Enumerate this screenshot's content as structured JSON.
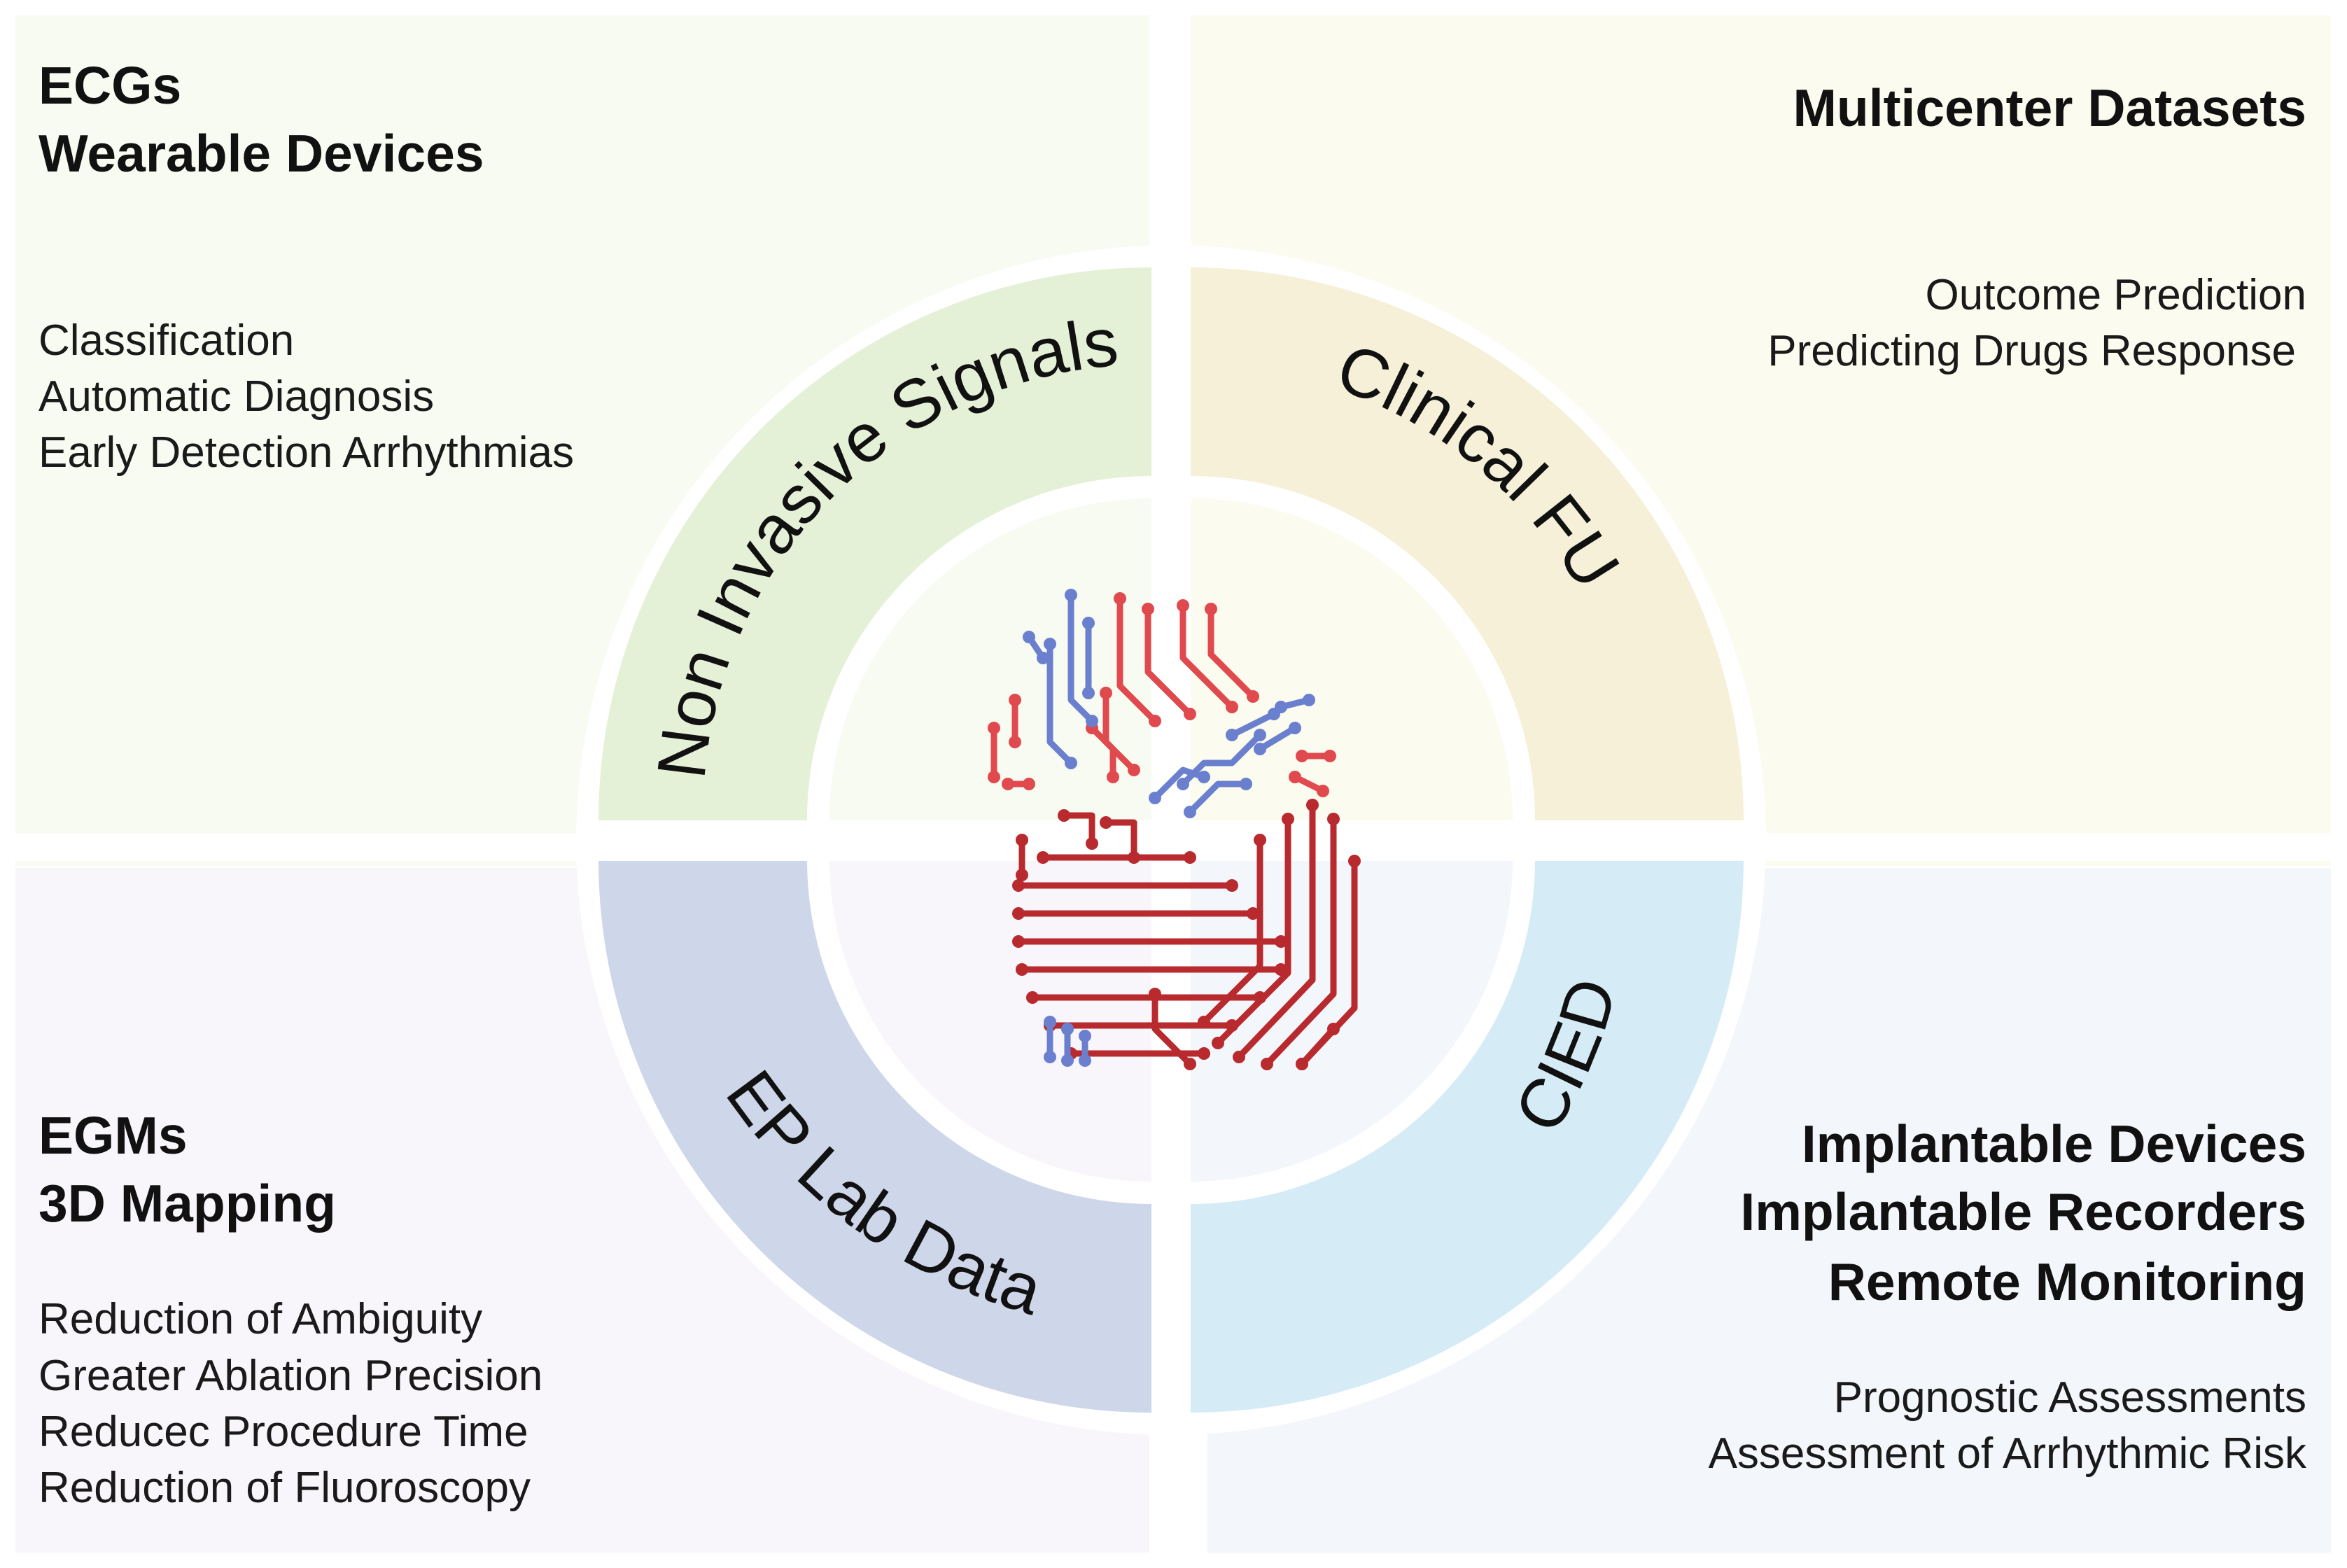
{
  "colors": {
    "q_tl": "#f7fbf1",
    "q_tr": "#fbfbef",
    "q_bl": "#f8f5fb",
    "q_br": "#f3f6fa",
    "band_tl": "#e4f1d7",
    "band_tr": "#f5f0d7",
    "band_bl": "#ced6ea",
    "band_br": "#d5ecf6",
    "heart_red": "#b82a2e",
    "heart_blue": "#6b7fcf",
    "heart_pink": "#e04a4e"
  },
  "heart_icon": "heart-circuit-icon",
  "quadrants": {
    "top_left": {
      "titles": [
        "ECGs",
        "Wearable Devices"
      ],
      "items": [
        "Classification",
        "Automatic Diagnosis",
        "Early Detection Arrhythmias"
      ]
    },
    "top_right": {
      "titles": [
        "Multicenter Datasets"
      ],
      "items": [
        "Outcome Prediction",
        "Predicting Drugs Response"
      ]
    },
    "bottom_left": {
      "titles": [
        "EGMs",
        "3D Mapping"
      ],
      "items": [
        "Reduction of Ambiguity",
        "Greater Ablation Precision",
        "Reducec Procedure Time",
        "Reduction of Fluoroscopy"
      ]
    },
    "bottom_right": {
      "titles": [
        "Implantable Devices",
        "Implantable Recorders",
        "Remote Monitoring"
      ],
      "items": [
        "Prognostic Assessments",
        "Assessment of Arrhythmic Risk"
      ]
    }
  },
  "ring": {
    "top_left": "Non Invasive Signals",
    "top_right": "Clinical FU",
    "bottom_left": "EP Lab Data",
    "bottom_right": "CIED"
  }
}
